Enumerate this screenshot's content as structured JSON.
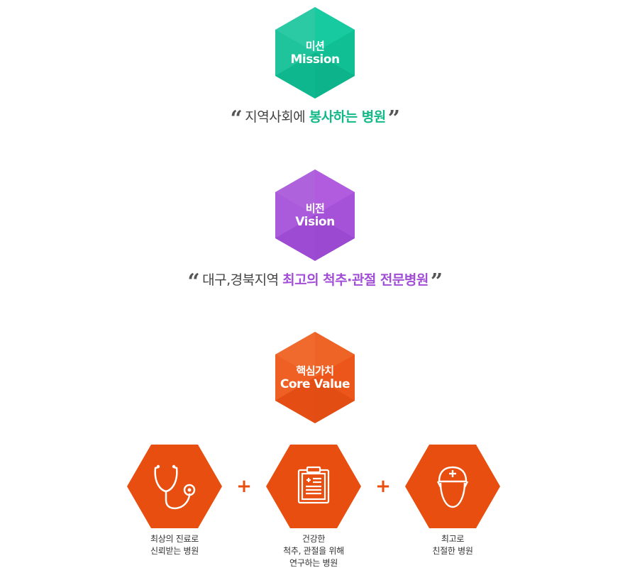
{
  "mission": {
    "label_ko": "미션",
    "label_en": "Mission",
    "quote_open": "“",
    "quote_close": "”",
    "text_plain": "지역사회에",
    "text_highlight": "봉사하는 병원",
    "highlight_color": "#12b886"
  },
  "vision": {
    "label_ko": "비전",
    "label_en": "Vision",
    "quote_open": "“",
    "quote_close": "”",
    "text_plain": "대구,경북지역",
    "text_highlight": "최고의 척추·관절 전문병원",
    "highlight_color": "#a24fd6"
  },
  "core_value": {
    "label_ko": "핵심가치",
    "label_en": "Core Value",
    "accent_color": "#e84e0f",
    "plus_sign": "+",
    "values": [
      {
        "icon": "stethoscope-icon",
        "lines": [
          "최상의 진료로",
          "신뢰받는 병원"
        ]
      },
      {
        "icon": "clipboard-icon",
        "lines": [
          "건강한",
          "척추, 관절을 위해",
          "연구하는 병원"
        ]
      },
      {
        "icon": "nurse-icon",
        "lines": [
          "최고로",
          "친절한 병원"
        ]
      }
    ]
  }
}
